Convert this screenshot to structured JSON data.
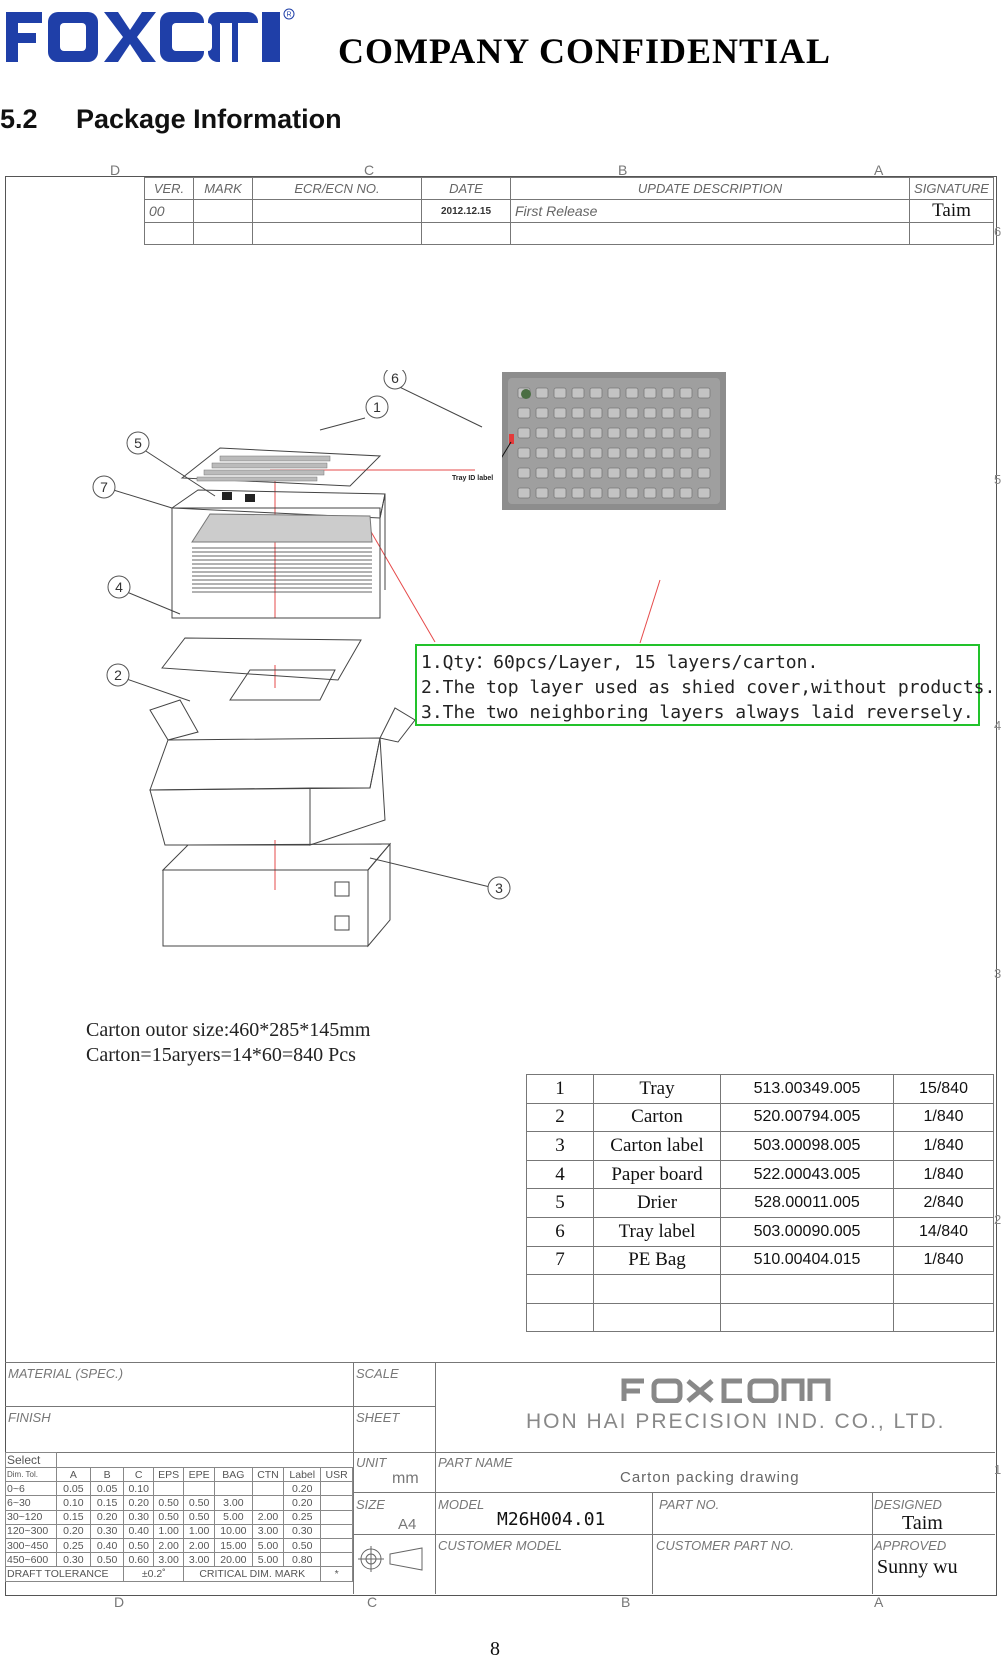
{
  "header": {
    "logo_text": "FOXCONN",
    "confidential": "COMPANY  CONFIDENTIAL"
  },
  "section": {
    "number": "5.2",
    "title": "Package Information"
  },
  "frame": {
    "top_letters": [
      "D",
      "C",
      "B",
      "A"
    ],
    "bottom_letters": [
      "D",
      "C",
      "B",
      "A"
    ],
    "side_numbers": [
      "6",
      "5",
      "4",
      "3",
      "2",
      "1"
    ]
  },
  "revision": {
    "headers": [
      "VER.",
      "MARK",
      "ECR/ECN NO.",
      "DATE",
      "UPDATE  DESCRIPTION",
      "SIGNATURE"
    ],
    "row": [
      "00",
      "",
      "",
      "2012.12.15",
      "First  Release",
      "Taim"
    ]
  },
  "drawing": {
    "callouts": [
      "1",
      "2",
      "3",
      "4",
      "5",
      "6",
      "7"
    ],
    "tray_label_text": "Tray ID label"
  },
  "notes": [
    "1.Qty：60pcs/Layer, 15 layers/carton.",
    "2.The top layer used as shied cover,without products.",
    "3.The two neighboring layers always laid reversely."
  ],
  "carton_note": [
    "Carton outor size:460*285*145mm",
    "Carton=15aryers=14*60=840 Pcs"
  ],
  "bom": [
    {
      "no": "1",
      "name": "Tray",
      "pn": "513.00349.005",
      "qty": "15/840"
    },
    {
      "no": "2",
      "name": "Carton",
      "pn": "520.00794.005",
      "qty": "1/840"
    },
    {
      "no": "3",
      "name": "Carton label",
      "pn": "503.00098.005",
      "qty": "1/840"
    },
    {
      "no": "4",
      "name": "Paper board",
      "pn": "522.00043.005",
      "qty": "1/840"
    },
    {
      "no": "5",
      "name": "Drier",
      "pn": "528.00011.005",
      "qty": "2/840"
    },
    {
      "no": "6",
      "name": "Tray label",
      "pn": "503.00090.005",
      "qty": "14/840"
    },
    {
      "no": "7",
      "name": "PE  Bag",
      "pn": "510.00404.015",
      "qty": "1/840"
    }
  ],
  "title_block": {
    "material": "MATERIAL  (SPEC.)",
    "finish": "FINISH",
    "scale": "SCALE",
    "sheet": "SHEET",
    "unit": "UNIT",
    "unit_value": "mm",
    "size": "SIZE",
    "size_value": "A4",
    "company_logo": "FOXCONN",
    "company": "HON  HAI  PRECISION  IND.  CO.,  LTD.",
    "part_name_label": "PART  NAME",
    "part_name": "Carton  packing  drawing",
    "model_label": "MODEL",
    "model": "M26H004.01",
    "part_no_label": "PART  NO.",
    "designed_label": "DESIGNED",
    "designed": "Taim",
    "customer_model_label": "CUSTOMER  MODEL",
    "customer_part_no_label": "CUSTOMER  PART  NO.",
    "approved_label": "APPROVED",
    "approved": "Sunny  wu"
  },
  "tolerance": {
    "select": "Select",
    "dim": "Dim.",
    "tol": "Tol.",
    "headers": [
      "A",
      "B",
      "C",
      "EPS",
      "EPE",
      "BAG",
      "CTN",
      "Label",
      "USR"
    ],
    "rows": [
      [
        "0~6",
        "0.05",
        "0.05",
        "0.10",
        "",
        "",
        "",
        "",
        "0.20",
        ""
      ],
      [
        "6~30",
        "0.10",
        "0.15",
        "0.20",
        "0.50",
        "0.50",
        "3.00",
        "",
        "0.20",
        ""
      ],
      [
        "30~120",
        "0.15",
        "0.20",
        "0.30",
        "0.50",
        "0.50",
        "5.00",
        "2.00",
        "0.25",
        ""
      ],
      [
        "120~300",
        "0.20",
        "0.30",
        "0.40",
        "1.00",
        "1.00",
        "10.00",
        "3.00",
        "0.30",
        ""
      ],
      [
        "300~450",
        "0.25",
        "0.40",
        "0.50",
        "2.00",
        "2.00",
        "15.00",
        "5.00",
        "0.50",
        ""
      ],
      [
        "450~600",
        "0.30",
        "0.50",
        "0.60",
        "3.00",
        "3.00",
        "20.00",
        "5.00",
        "0.80",
        ""
      ]
    ],
    "footer": [
      "DRAFT  TOLERANCE",
      "±0.2˚",
      "CRITICAL  DIM.  MARK",
      "*"
    ]
  },
  "page_number": "8",
  "colors": {
    "logo_blue": "#1f3fa8",
    "notes_border": "#22c22b",
    "leader_red": "#e64b4b"
  }
}
